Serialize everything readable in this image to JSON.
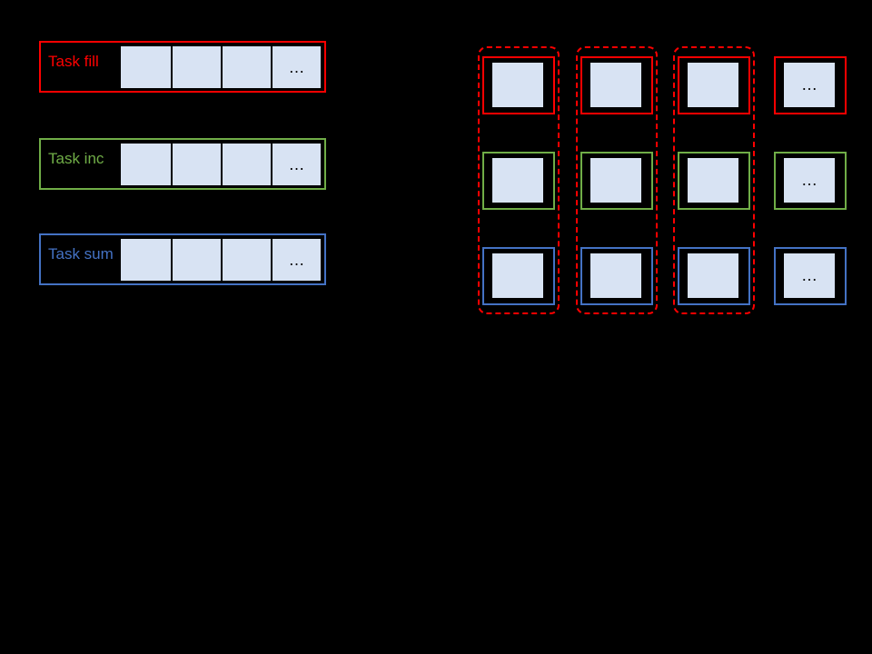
{
  "canvas": {
    "background": "#000000"
  },
  "colors": {
    "task_fill_red": "#ff0000",
    "task_inc_green": "#70ad47",
    "task_sum_blue": "#4472c4",
    "cell_fill_light_blue": "#d8e3f3",
    "group_outline_red_dashed": "#ff0000",
    "ellipsis_text": "#000000"
  },
  "ellipsis": "…",
  "tasks": [
    {
      "label": "Task fill",
      "color": "#ff0000",
      "cells": [
        "",
        "",
        "",
        "…"
      ]
    },
    {
      "label": "Task inc",
      "color": "#70ad47",
      "cells": [
        "",
        "",
        "",
        "…"
      ]
    },
    {
      "label": "Task sum",
      "color": "#4472c4",
      "cells": [
        "",
        "",
        "",
        "…"
      ]
    }
  ],
  "chunk_grid": {
    "column_count": 4,
    "row_colors": [
      "#ff0000",
      "#70ad47",
      "#4472c4"
    ],
    "grouped_column_count": 3,
    "last_column_cells": [
      "…",
      "…",
      "…"
    ]
  }
}
